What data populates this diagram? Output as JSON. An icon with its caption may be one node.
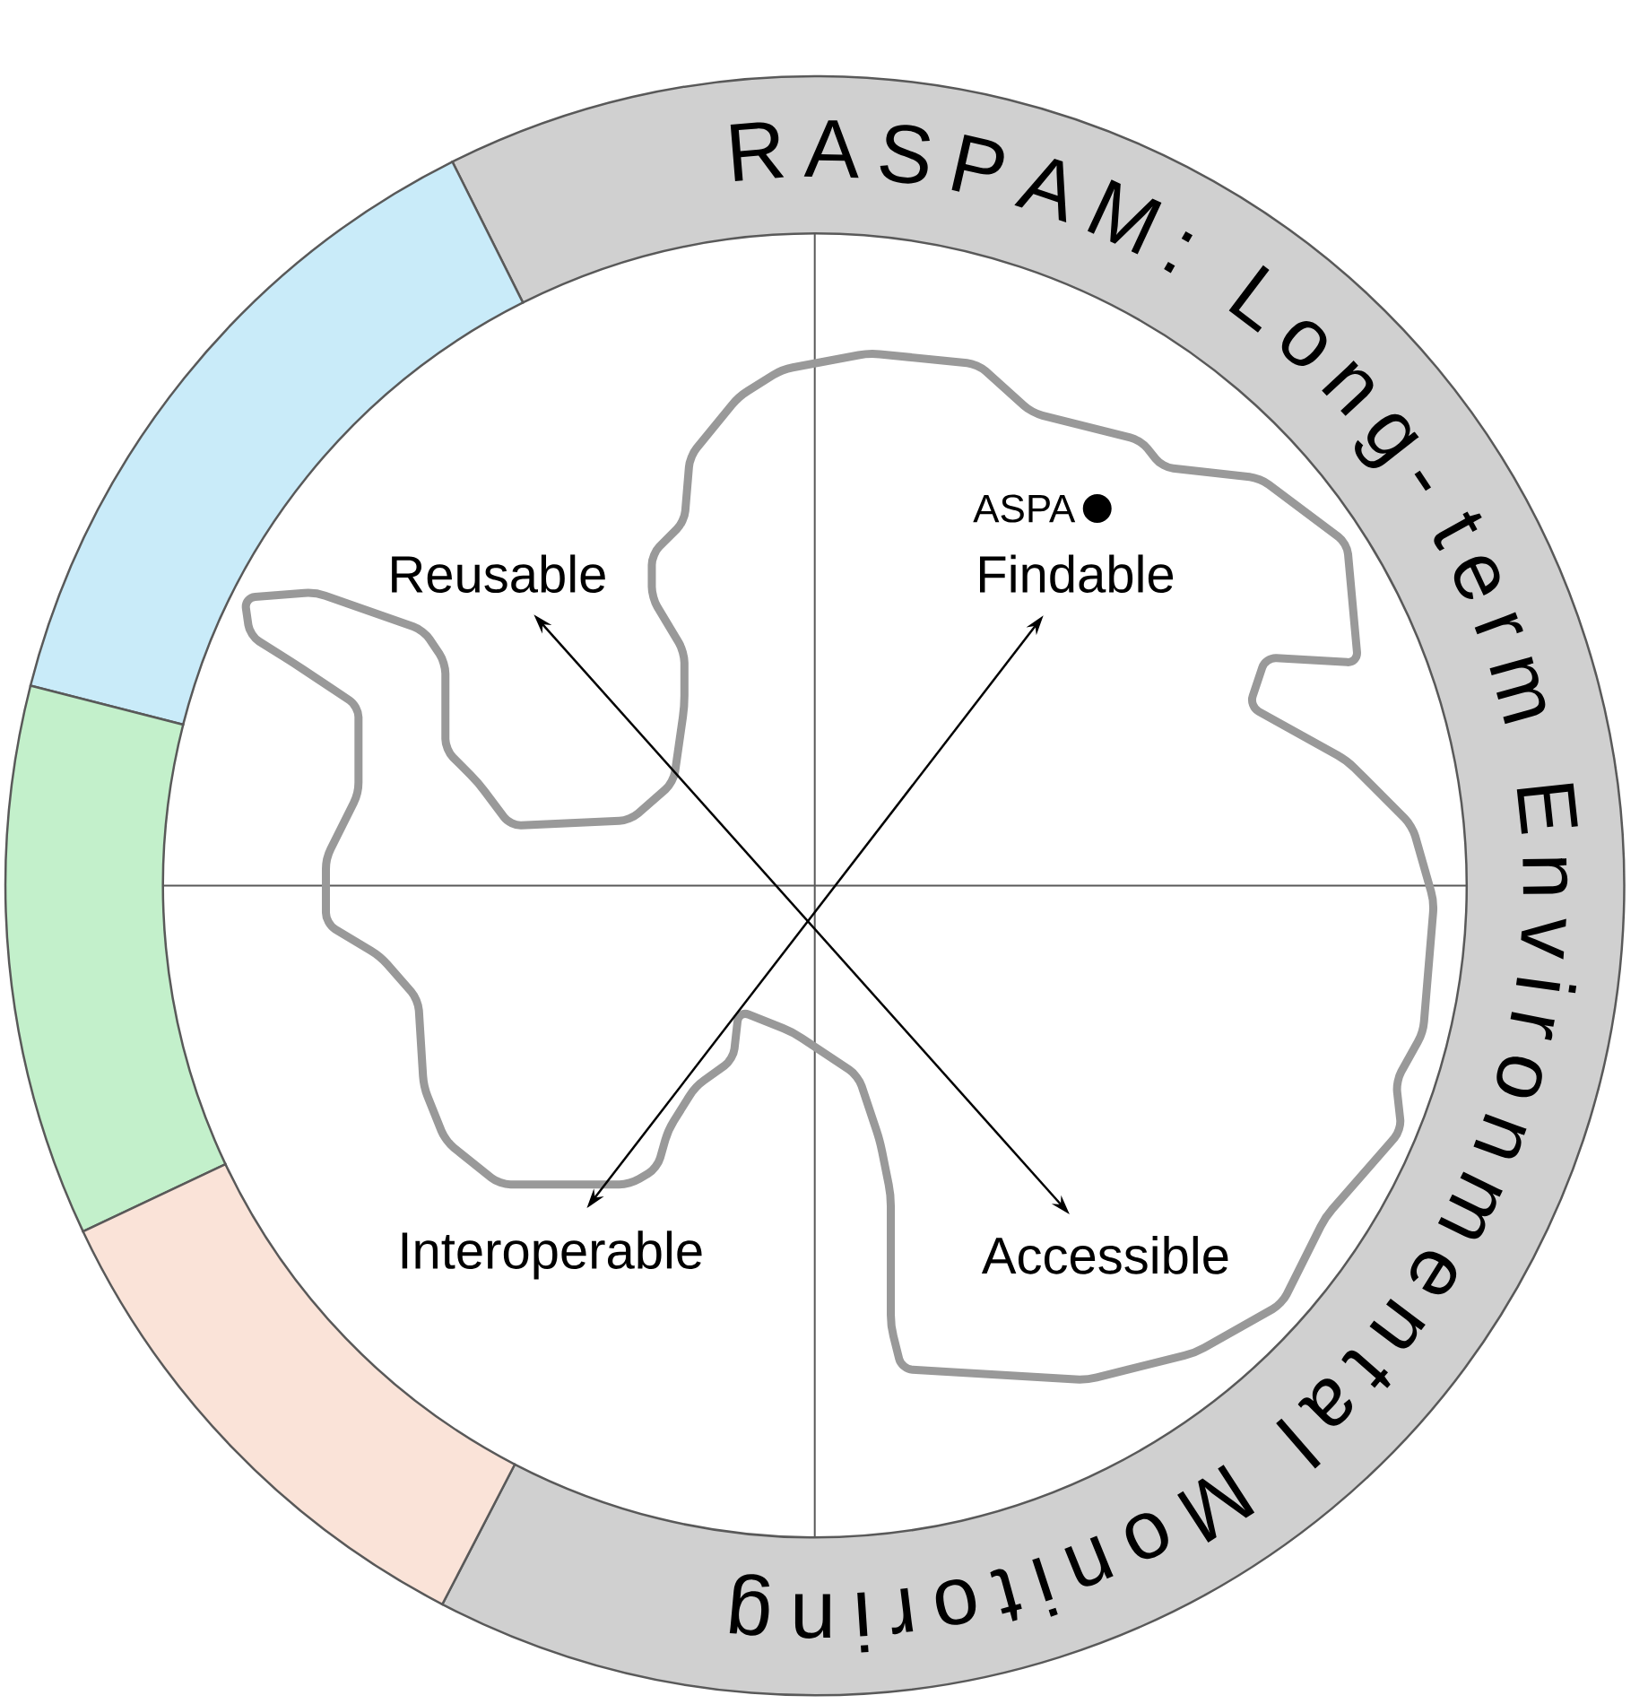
{
  "diagram": {
    "title": "RASPAM: Long-term Environmental Monitoring",
    "nodes": [
      {
        "text": [
          "Reusable"
        ]
      },
      {
        "text": [
          "Findable"
        ]
      },
      {
        "text": [
          "Interoperable"
        ]
      },
      {
        "text": [
          "Accessible"
        ]
      }
    ],
    "edges": [
      {
        "from": 0,
        "to": 3,
        "arrow": "both"
      },
      {
        "from": 1,
        "to": 2,
        "arrow": "both"
      }
    ],
    "labels": [
      "ASPA"
    ]
  }
}
